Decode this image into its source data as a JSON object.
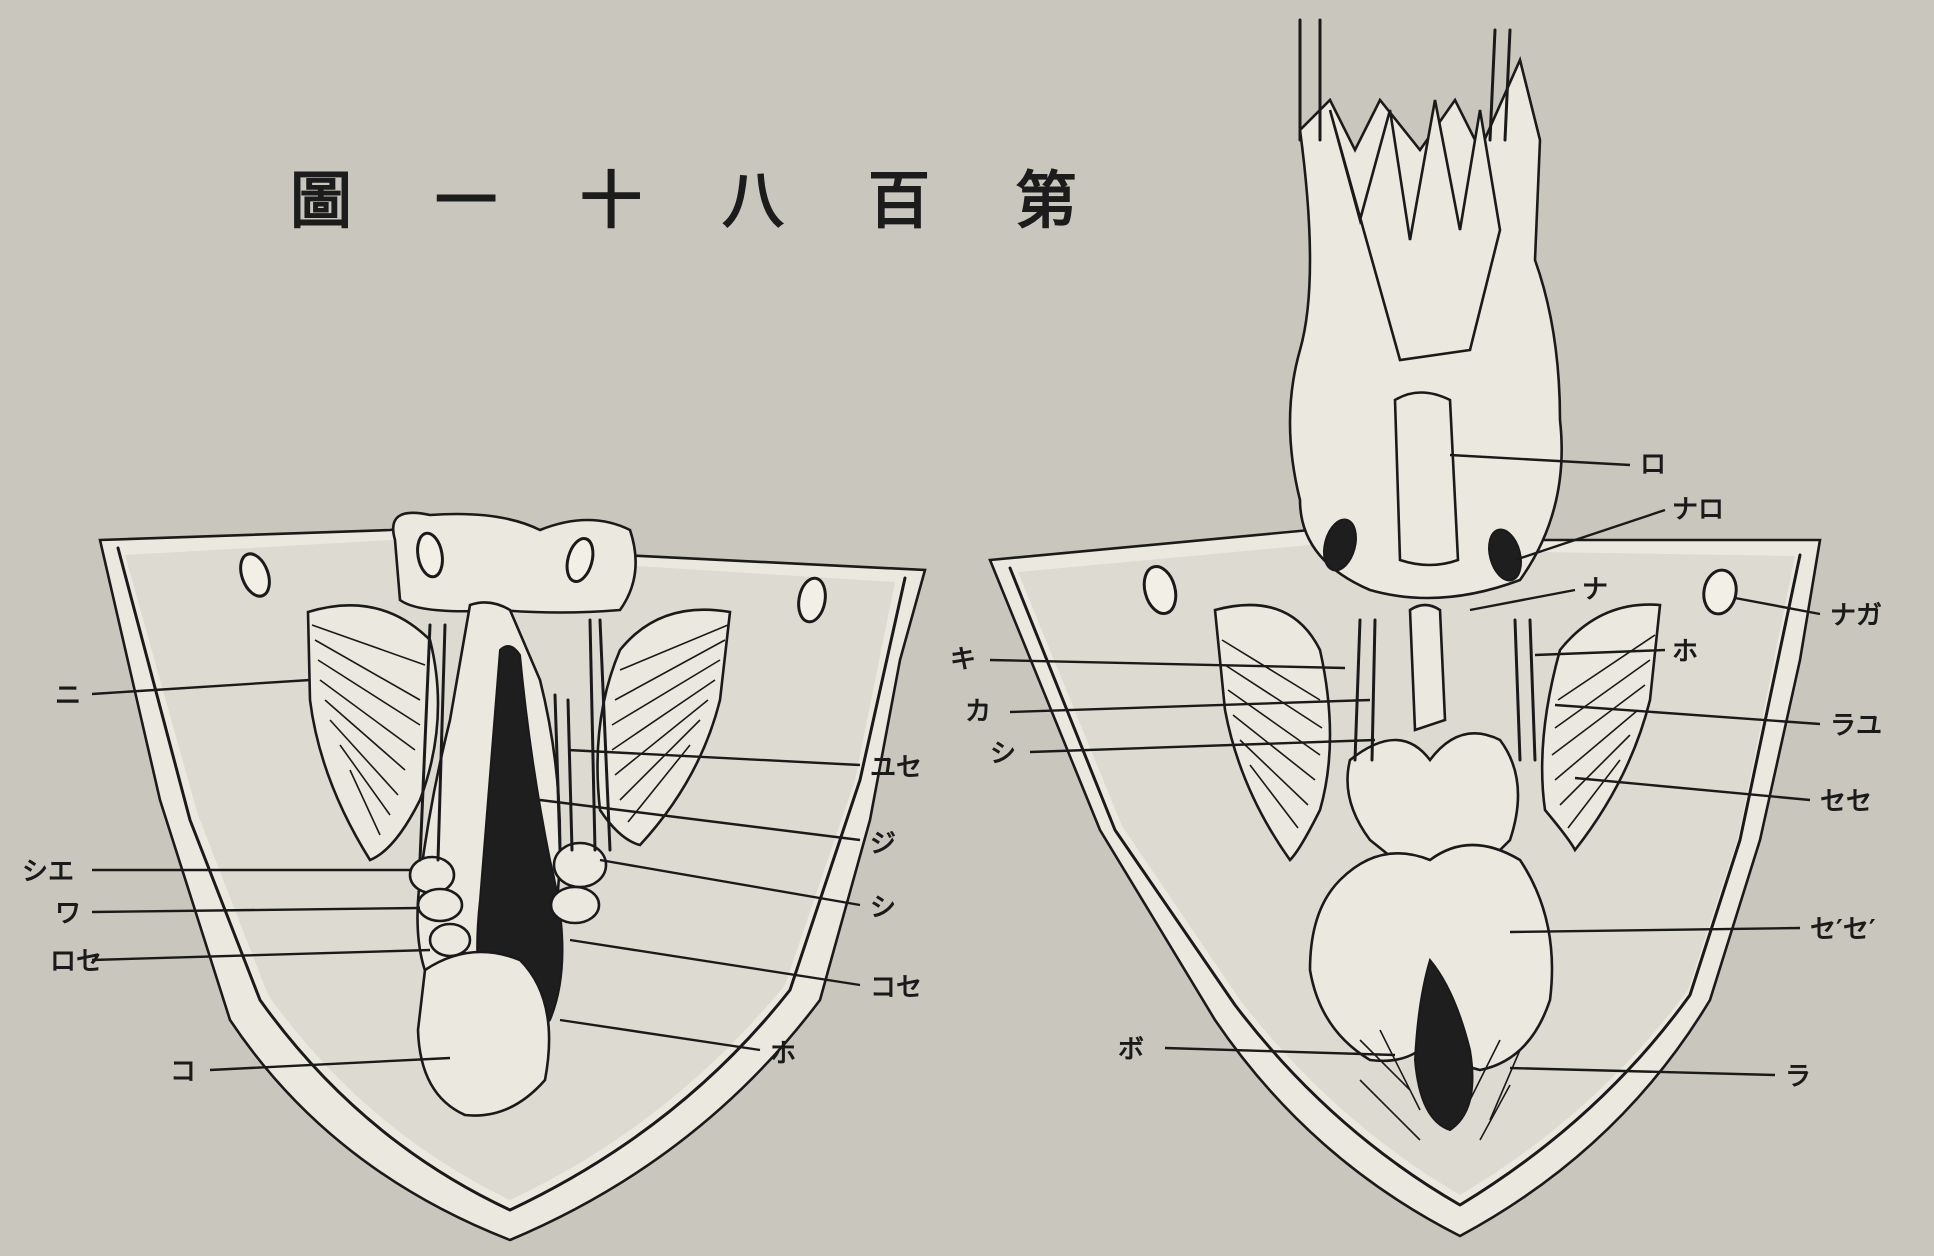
{
  "title": "第 百 八 十 一 圖",
  "title_chars": [
    "第",
    "百",
    "八",
    "十",
    "一",
    "圖"
  ],
  "left_figure": {
    "labels": {
      "ni": "ニ",
      "shie": "シエ",
      "wa": "ワ",
      "roe": "ロセ",
      "ko": "コ",
      "yuse": "ユセ",
      "ji": "ジ",
      "shi": "シ",
      "kose": "コセ",
      "ho": "ホ"
    }
  },
  "right_figure": {
    "labels": {
      "ki": "キ",
      "ka": "カ",
      "shi": "シ",
      "bo": "ボ",
      "ro": "ロ",
      "naro": "ナロ",
      "na": "ナ",
      "naga": "ナガ",
      "ho": "ホ",
      "rayu": "ラユ",
      "se2": "セセ",
      "se_se": "セ′セ′",
      "ra": "ラ"
    }
  },
  "colors": {
    "paper": "#c9c6bd",
    "ink": "#1a1a1a"
  }
}
